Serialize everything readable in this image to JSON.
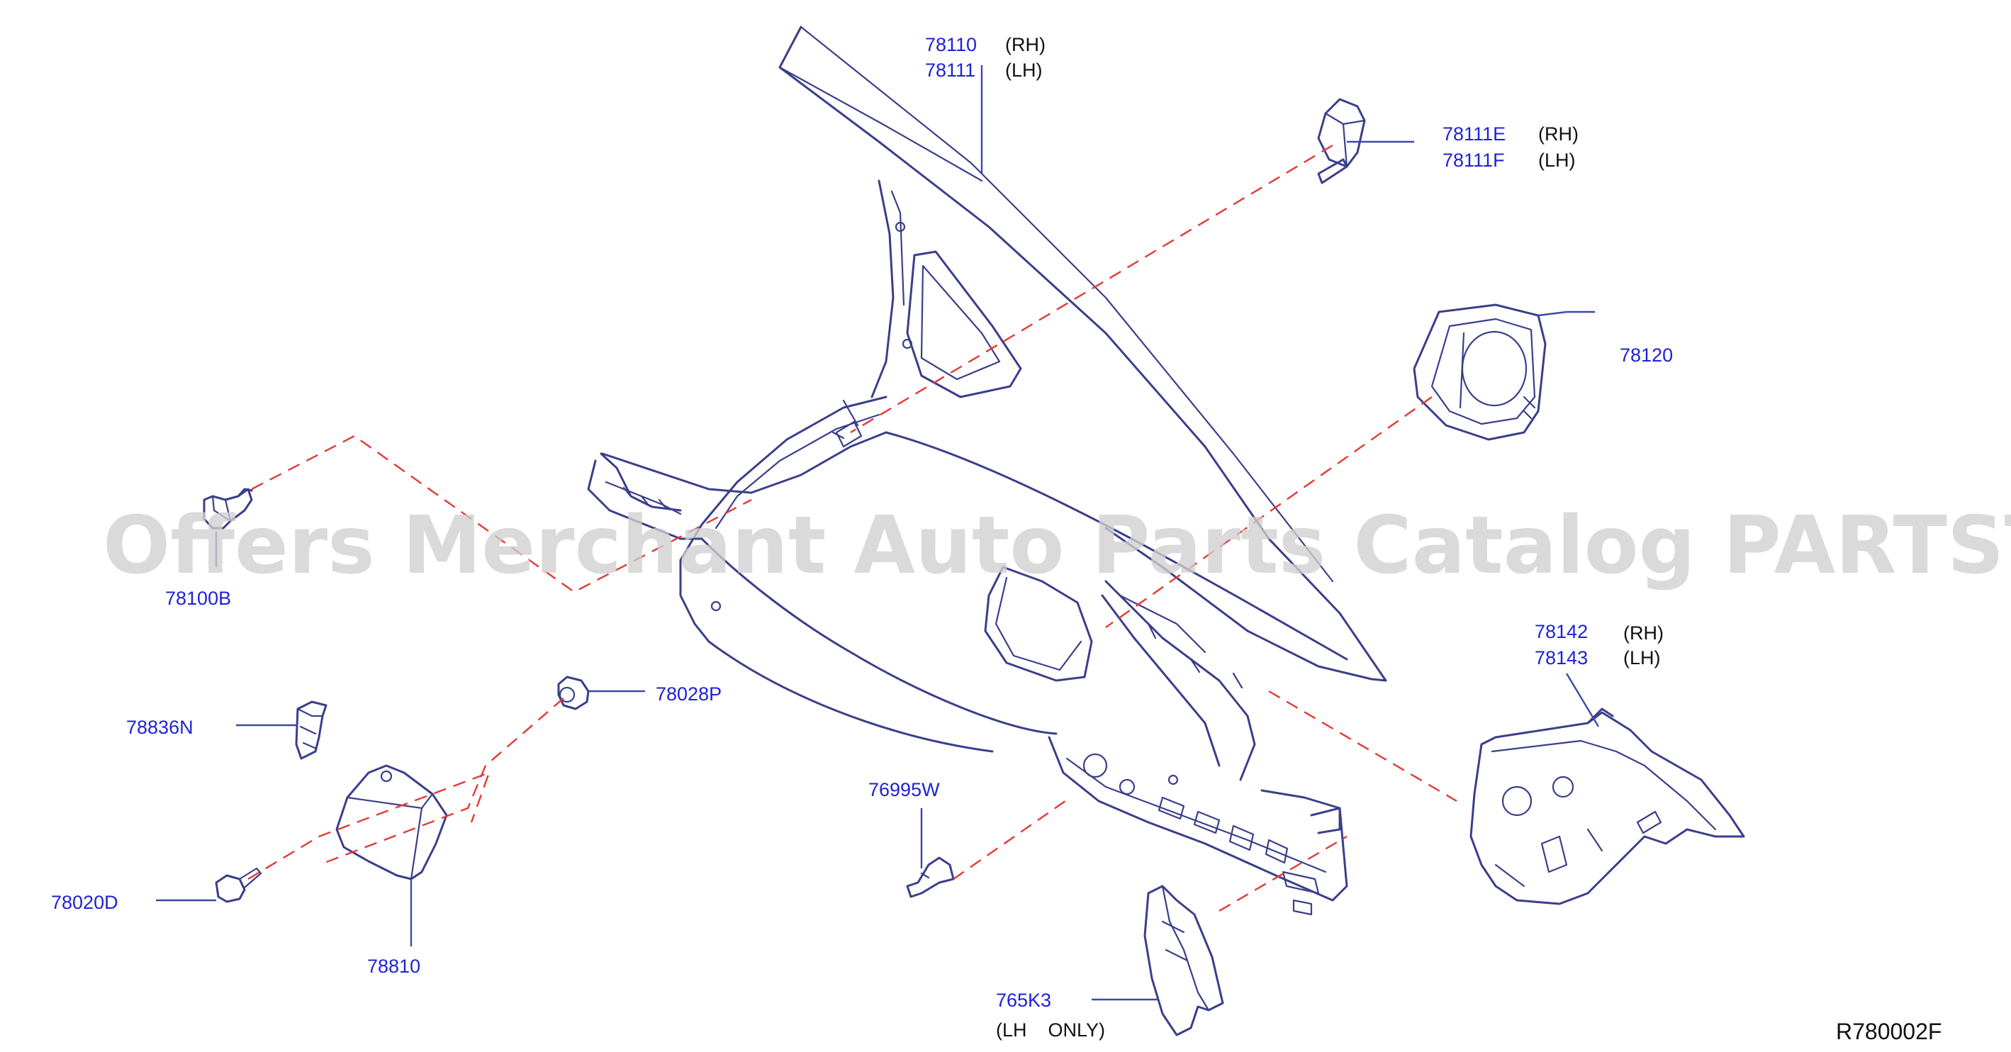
{
  "diagram": {
    "watermark": "Offers Merchant Auto Parts Catalog PARTSTORE.SA",
    "reference_code": "R780002F",
    "callouts": [
      {
        "id": "p78110",
        "part": "78110",
        "side": "(RH)"
      },
      {
        "id": "p78111",
        "part": "78111",
        "side": "(LH)"
      },
      {
        "id": "p78111E",
        "part": "78111E",
        "side": "(RH)"
      },
      {
        "id": "p78111F",
        "part": "78111F",
        "side": "(LH)"
      },
      {
        "id": "p78120",
        "part": "78120",
        "side": ""
      },
      {
        "id": "p78100B",
        "part": "78100B",
        "side": ""
      },
      {
        "id": "p78836N",
        "part": "78836N",
        "side": ""
      },
      {
        "id": "p78028P",
        "part": "78028P",
        "side": ""
      },
      {
        "id": "p78020D",
        "part": "78020D",
        "side": ""
      },
      {
        "id": "p78810",
        "part": "78810",
        "side": ""
      },
      {
        "id": "p76995W",
        "part": "76995W",
        "side": ""
      },
      {
        "id": "p78142",
        "part": "78142",
        "side": "(RH)"
      },
      {
        "id": "p78143",
        "part": "78143",
        "side": "(LH)"
      },
      {
        "id": "p765K3",
        "part": "765K3",
        "side": ""
      }
    ],
    "notes": {
      "lh_only": "(LH    ONLY)"
    }
  }
}
